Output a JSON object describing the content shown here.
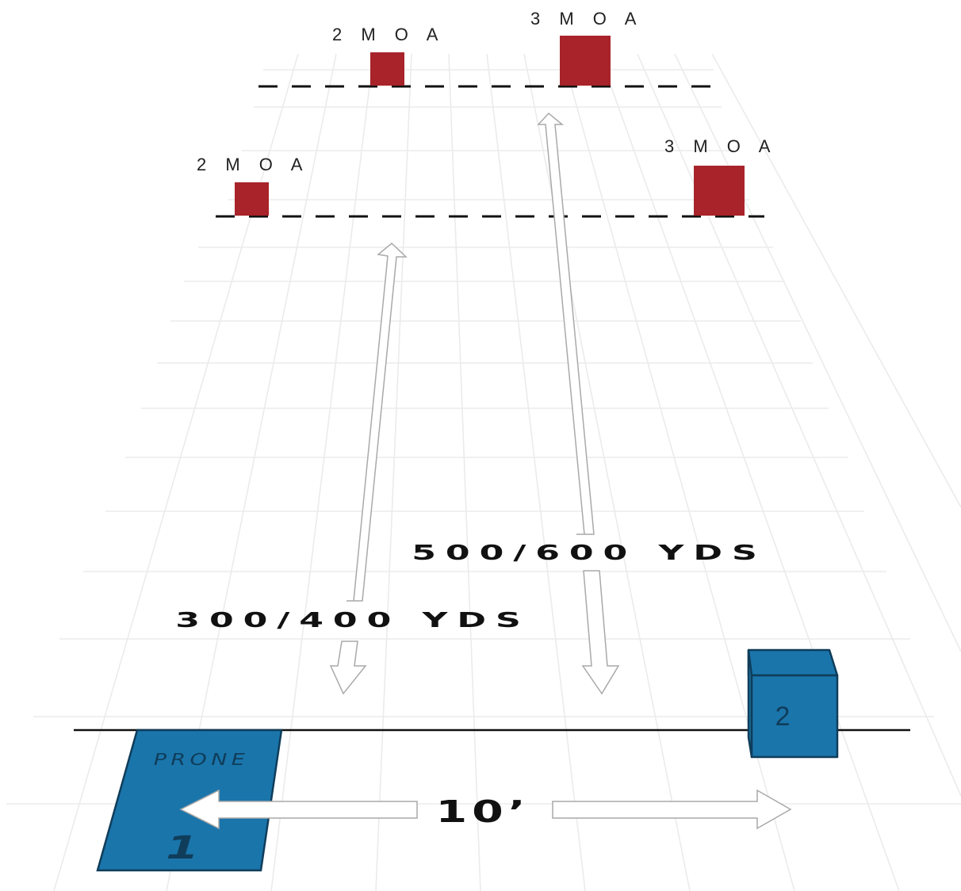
{
  "colors": {
    "target": "#a8232a",
    "position_fill": "#1a75ab",
    "position_stroke": "#0f3d5a",
    "grid": "#ebebeb",
    "arrow_stroke": "#a9a9a9",
    "line": "#111111"
  },
  "targets": {
    "far_left": "2 M O A",
    "far_right": "3 M O A",
    "near_left": "2 M O A",
    "near_right": "3 M O A"
  },
  "distances": {
    "far": "500/600 YDS",
    "near": "300/400 YDS",
    "separation": "10’"
  },
  "positions": {
    "prone_label": "PRONE",
    "prone_number": "1",
    "box_number": "2"
  }
}
